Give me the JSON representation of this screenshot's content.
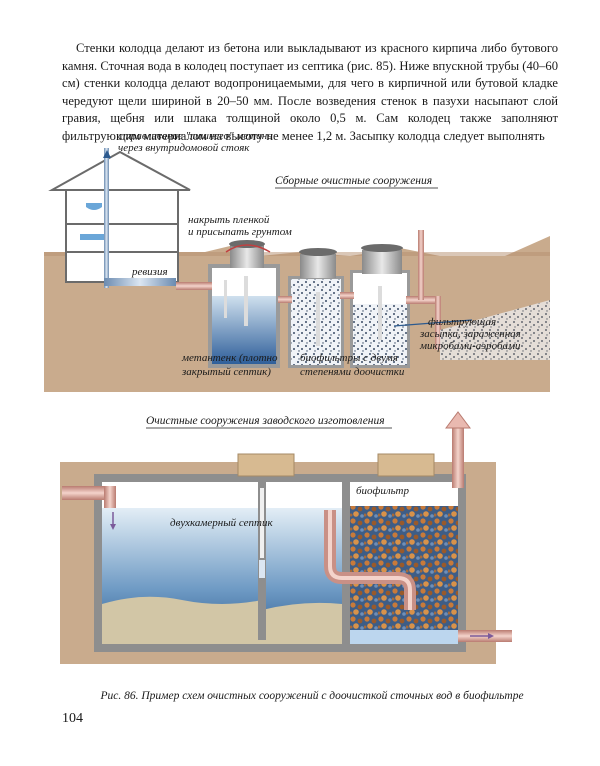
{
  "body_text": "Стенки колодца делают из бетона или выкладывают из красного кирпича либо бутового камня. Сточная вода в колодец поступает из септика (рис. 85). Ниже впускной трубы (40–60 см) стенки колодца делают водопроницаемыми, для чего в кирпичной или бутовой кладке чередуют щели шириной в 20–50 мм. После возведения стенок в пазухи насыпают слой гравия, щебня или шлака толщиной около 0,5 м. Сам колодец также заполняют фильтрующим материалом на высоту не менее 1,2 м. Засыпку колодца следует выполнять",
  "figure_top": {
    "header": "Сборные очистные сооружения",
    "label_vent_1": "стравливание \"лишнего\" метана",
    "label_vent_2": "через внутридомовой стояк",
    "label_cover_1": "накрыть пленкой",
    "label_cover_2": "и присыпать грунтом",
    "label_revision": "ревизия",
    "label_filter_1": "фильтрующая",
    "label_filter_2": "засыпка, зараженная",
    "label_filter_3": "микробами-аэробами",
    "label_septic_1": "метантенк (плотно",
    "label_septic_2": "закрытый септик)",
    "label_bio_1": "биофильтры с двумя",
    "label_bio_2": "степенями доочистки"
  },
  "figure_bottom": {
    "header": "Очистные сооружения заводского изготовления",
    "label_septic": "двухкамерный септик",
    "label_biofilter": "биофильтр"
  },
  "caption": "Рис. 86. Пример схем очистных сооружений с доочисткой сточных вод в биофильтре",
  "page_number": "104"
}
